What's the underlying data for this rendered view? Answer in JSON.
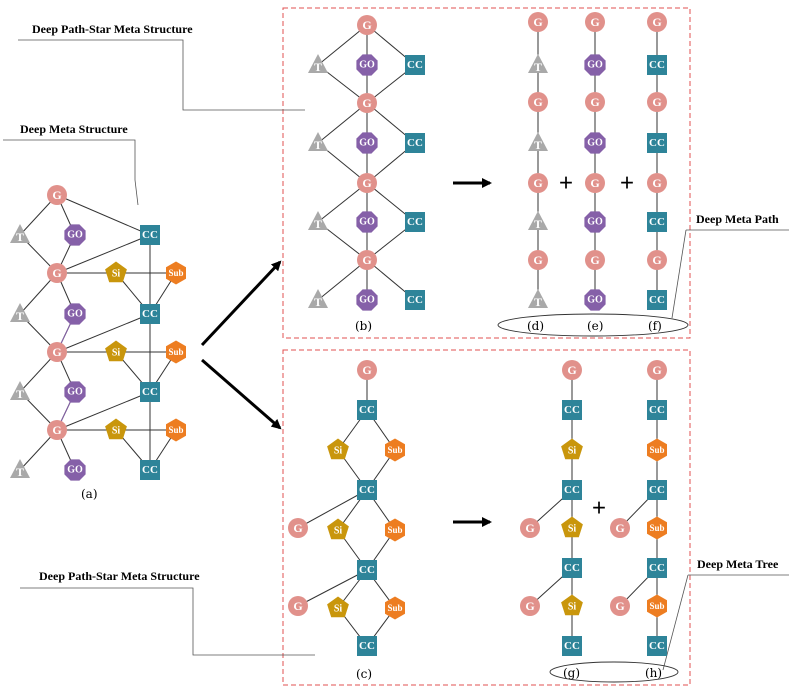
{
  "labels": {
    "deep_path_star_top": "Deep Path-Star Meta Structure",
    "deep_meta_structure": "Deep Meta Structure",
    "deep_path_star_bottom": "Deep Path-Star Meta Structure",
    "deep_meta_path": "Deep Meta Path",
    "deep_meta_tree": "Deep Meta Tree"
  },
  "sublabels": {
    "a": "(a)",
    "b": "(b)",
    "c": "(c)",
    "d": "(d)",
    "e": "(e)",
    "f": "(f)",
    "g": "(g)",
    "h": "(h)"
  },
  "operators": {
    "plus": "+"
  },
  "node_types": {
    "G": "G",
    "T": "T",
    "GO": "GO",
    "CC": "CC",
    "Si": "Si",
    "Sub": "Sub"
  },
  "colors": {
    "G": "#e1918b",
    "T": "#a9a9a9",
    "GO": "#8560a8",
    "CC": "#2e8499",
    "Si": "#c9960c",
    "Sub": "#ed7d21",
    "dashed_box": "#e05050"
  }
}
